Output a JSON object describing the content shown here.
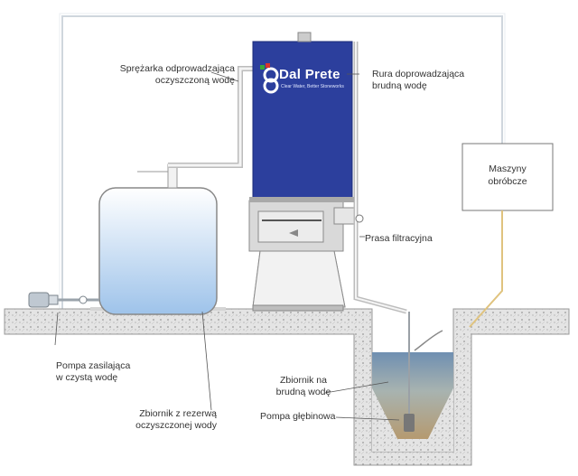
{
  "brand": {
    "name": "Dal Prete",
    "tagline": "Clear Water, Better Stoneworks",
    "colors": {
      "tank_blue": "#2c3f9d",
      "logo_red": "#d8342c",
      "logo_green": "#3aa43a",
      "water_blue": "#9ec3ea"
    }
  },
  "labels": {
    "compressor": [
      "Sprężarka odprowadzająca",
      "oczyszczoną wodę"
    ],
    "dirty_pipe": [
      "Rura doprowadzająca",
      "brudną wodę"
    ],
    "filter_press": "Prasa filtracyjna",
    "machines": [
      "Maszyny",
      "obróbcze"
    ],
    "feed_pump": [
      "Pompa zasilająca",
      "w czystą wodę"
    ],
    "reserve_tank": [
      "Zbiornik z rezerwą",
      "oczyszczonej wody"
    ],
    "dirty_tank": [
      "Zbiornik na",
      "brudną wodę"
    ],
    "sump_pump": "Pompa głębinowa"
  }
}
